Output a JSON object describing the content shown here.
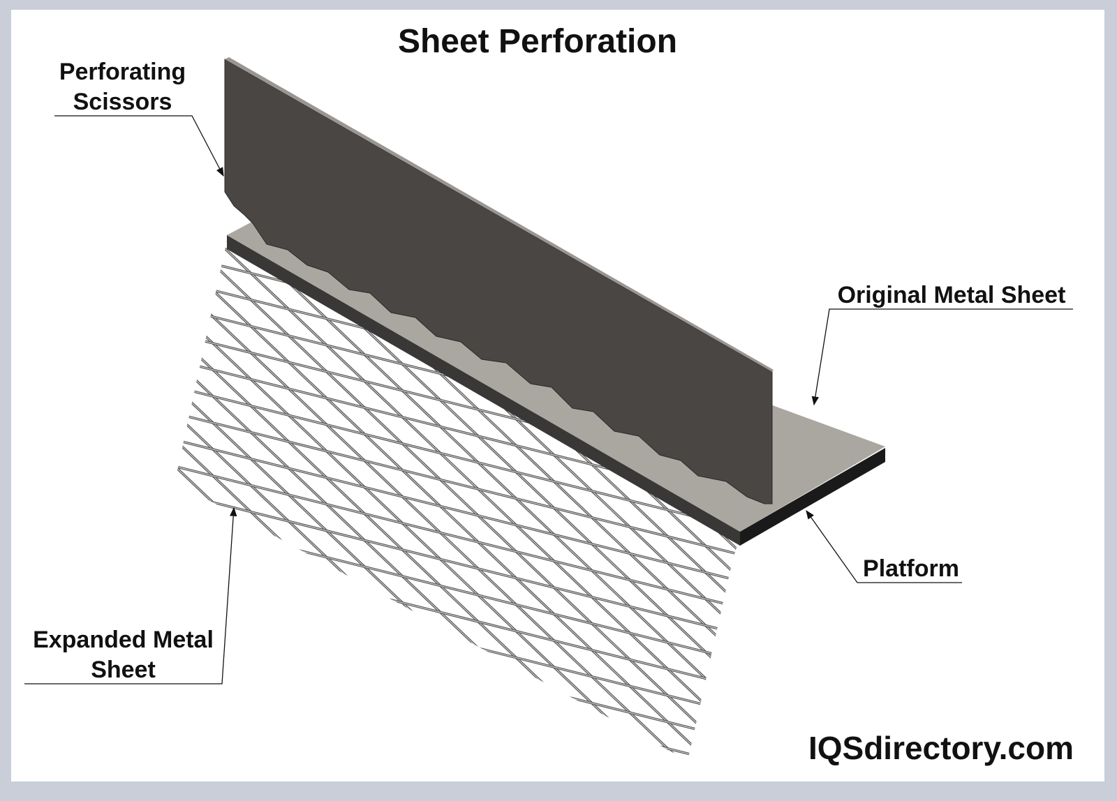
{
  "title": "Sheet Perforation",
  "labels": {
    "scissors": [
      "Perforating",
      "Scissors"
    ],
    "original_sheet": "Original Metal Sheet",
    "platform": "Platform",
    "expanded": [
      "Expanded Metal",
      "Sheet"
    ]
  },
  "brand": "IQSdirectory.com",
  "colors": {
    "blade": "#4a4644",
    "sheet": "#aaa6a0",
    "platform": "#1a1a1a",
    "frame": "#c9ced9"
  }
}
